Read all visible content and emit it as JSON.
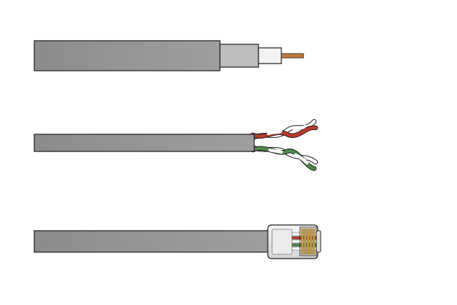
{
  "colors": {
    "jacket": "#8a8a8a",
    "jacket_light": "#9c9c9c",
    "outline": "#1a1a1a",
    "braid": "#bdbdbd",
    "dielectric": "#f2f2f2",
    "copper": "#c77a3a",
    "wire_red": "#c0392b",
    "wire_green": "#4f8a4a",
    "wire_white": "#ffffff",
    "plug_body": "#e6e6e6",
    "contact_gold": "#c9a04a"
  },
  "cables": [
    {
      "kind": "coaxial"
    },
    {
      "kind": "twisted-pair"
    },
    {
      "kind": "modular-plug"
    }
  ]
}
